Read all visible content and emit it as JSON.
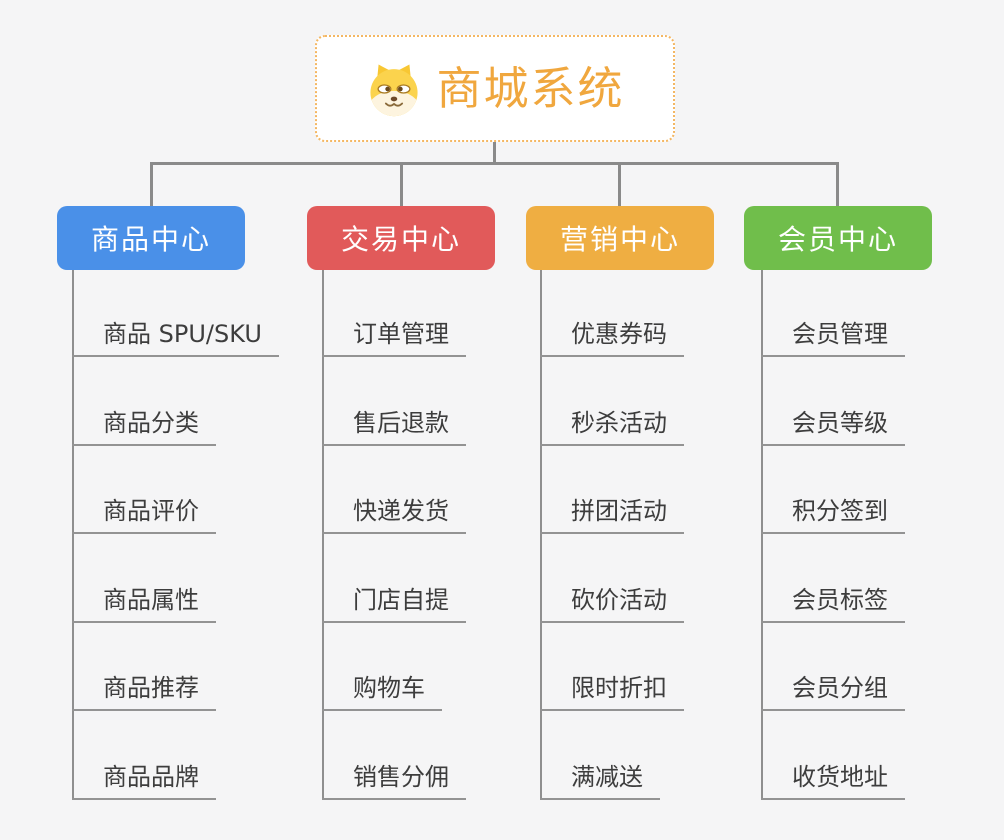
{
  "root": {
    "title": "商城系统",
    "icon": "dog-face-icon"
  },
  "colors": {
    "background": "#F5F5F6",
    "root_border": "#F4B763",
    "root_title_text": "#F0A73E",
    "connector_line": "#8A8A8A",
    "leaf_underline": "#939393",
    "leaf_text": "#3D3D3D",
    "branch_text": "#FFFFFF",
    "branch_product": "#4A90E8",
    "branch_trade": "#E15A5A",
    "branch_marketing": "#EFAE42",
    "branch_member": "#70BE4B"
  },
  "branches": [
    {
      "label": "商品中心",
      "color": "#4A90E8",
      "items": [
        "商品 SPU/SKU",
        "商品分类",
        "商品评价",
        "商品属性",
        "商品推荐",
        "商品品牌"
      ]
    },
    {
      "label": "交易中心",
      "color": "#E15A5A",
      "items": [
        "订单管理",
        "售后退款",
        "快递发货",
        "门店自提",
        "购物车",
        "销售分佣"
      ]
    },
    {
      "label": "营销中心",
      "color": "#EFAE42",
      "items": [
        "优惠券码",
        "秒杀活动",
        "拼团活动",
        "砍价活动",
        "限时折扣",
        "满减送"
      ]
    },
    {
      "label": "会员中心",
      "color": "#70BE4B",
      "items": [
        "会员管理",
        "会员等级",
        "积分签到",
        "会员标签",
        "会员分组",
        "收货地址"
      ]
    }
  ]
}
